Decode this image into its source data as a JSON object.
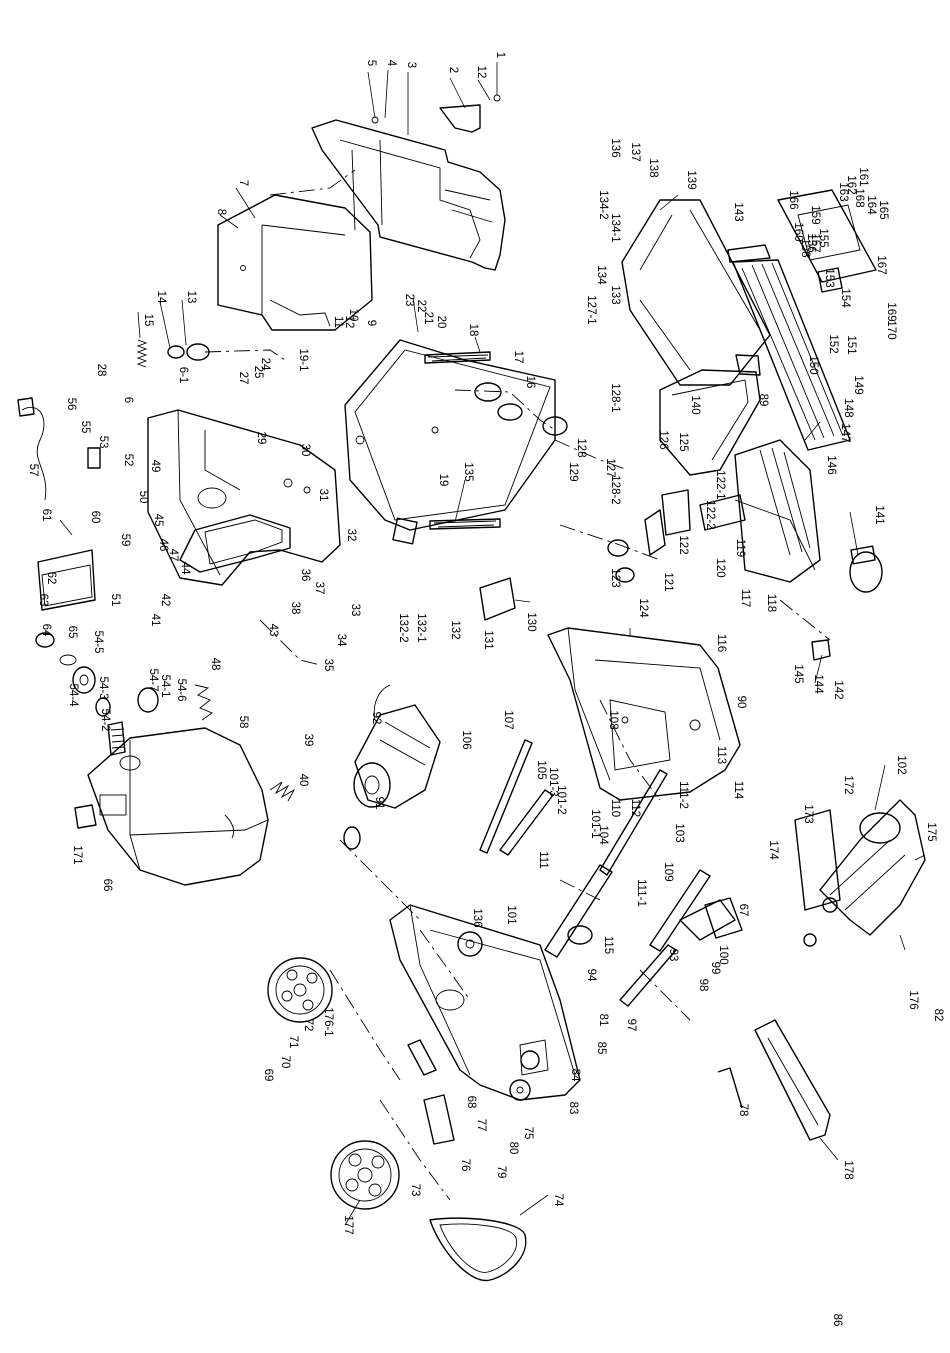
{
  "diagram": {
    "callouts": [
      "1",
      "12",
      "2",
      "3",
      "4",
      "5",
      "136",
      "137",
      "138",
      "139",
      "134-2",
      "134-1",
      "143",
      "161",
      "162",
      "163",
      "168",
      "164",
      "165",
      "166",
      "159",
      "160",
      "158",
      "157",
      "155",
      "156",
      "7",
      "8",
      "134",
      "133",
      "127-1",
      "153",
      "154",
      "167",
      "169",
      "170",
      "152",
      "151",
      "150",
      "15",
      "14",
      "13",
      "23",
      "22",
      "21",
      "20",
      "10",
      "11",
      "12",
      "9",
      "18",
      "17",
      "16",
      "28",
      "6",
      "6-1",
      "19-1",
      "27",
      "25",
      "24",
      "29",
      "30",
      "31",
      "19",
      "135",
      "128-1",
      "128",
      "129",
      "127",
      "128-2",
      "126",
      "125",
      "140",
      "89",
      "149",
      "148",
      "147",
      "146",
      "56",
      "55",
      "53",
      "52",
      "49",
      "50",
      "45",
      "46",
      "47",
      "44",
      "32",
      "36",
      "37",
      "38",
      "57",
      "61",
      "60",
      "59",
      "51",
      "62",
      "63",
      "64",
      "65",
      "42",
      "41",
      "43",
      "33",
      "34",
      "35",
      "132-2",
      "132-1",
      "132",
      "131",
      "130",
      "122-1",
      "122-2",
      "122",
      "121",
      "123",
      "120",
      "119",
      "117",
      "118",
      "141",
      "124",
      "116",
      "90",
      "145",
      "144",
      "142",
      "54-5",
      "54-4",
      "54-3",
      "54-2",
      "54-7",
      "54-1",
      "54-6",
      "48",
      "58",
      "39",
      "40",
      "92",
      "91",
      "108",
      "113",
      "114",
      "111-2",
      "106",
      "107",
      "105",
      "101-3",
      "101-2",
      "101-1",
      "104",
      "103",
      "112",
      "110",
      "109",
      "111-1",
      "111",
      "101",
      "102",
      "172",
      "173",
      "174",
      "175",
      "171",
      "66",
      "67",
      "115",
      "94",
      "93",
      "100",
      "99",
      "98",
      "97",
      "136",
      "81",
      "85",
      "84",
      "83",
      "82",
      "176",
      "176-1",
      "72",
      "71",
      "70",
      "69",
      "68",
      "77",
      "76",
      "75",
      "80",
      "79",
      "78",
      "178",
      "177",
      "73",
      "74",
      "86"
    ]
  }
}
